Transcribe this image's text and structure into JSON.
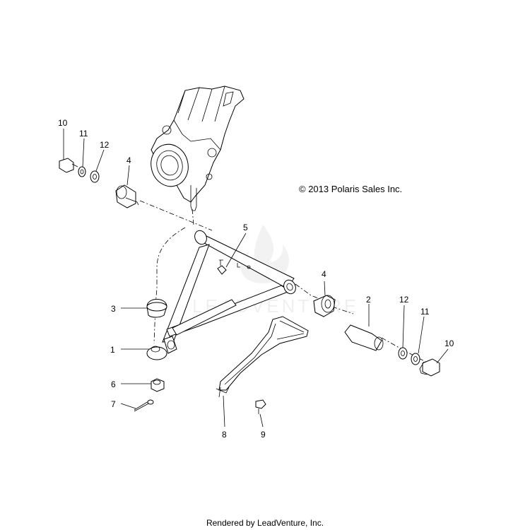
{
  "copyright": "© 2013 Polaris Sales Inc.",
  "footer": "Rendered by LeadVenture, Inc.",
  "watermark": {
    "text": "LEADVENTURE",
    "logo_icon": "flame-logo-icon"
  },
  "callouts": [
    "1",
    "2",
    "3",
    "4",
    "4",
    "5",
    "6",
    "7",
    "8",
    "9",
    "10",
    "10",
    "11",
    "11",
    "12",
    "12"
  ]
}
